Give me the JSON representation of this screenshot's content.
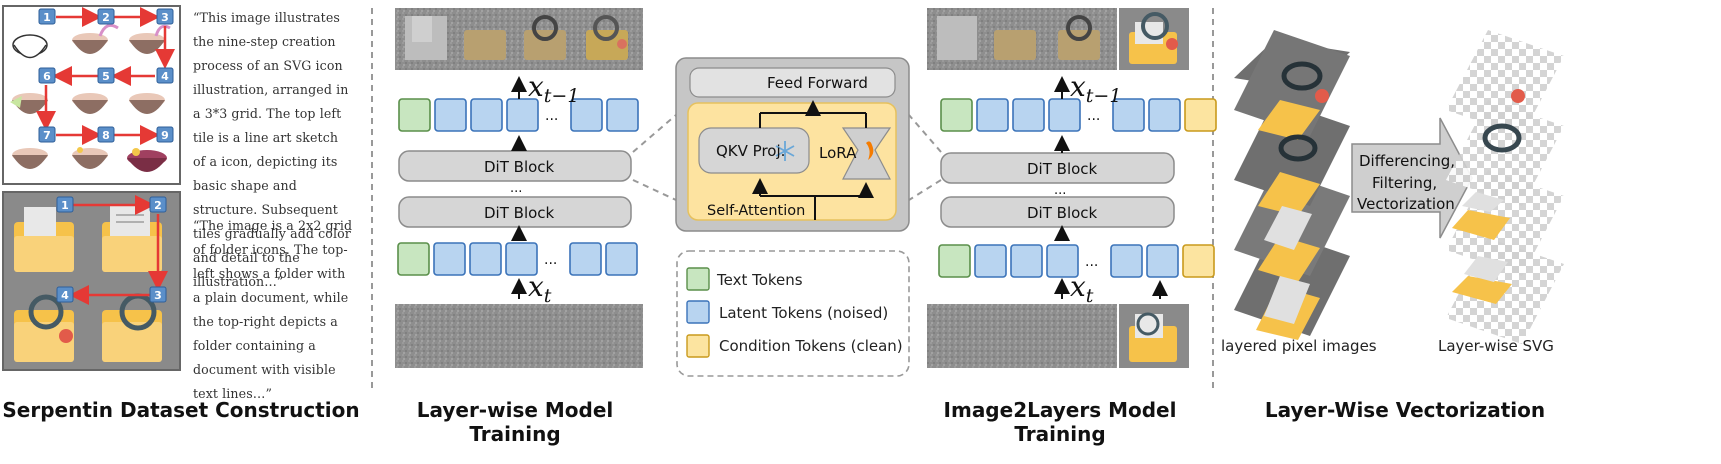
{
  "sections": {
    "dataset_title": "Serpentin Dataset Construction",
    "layerwise_title": "Layer-wise Model Training",
    "image2layers_title": "Image2Layers Model Training",
    "vectorization_title": "Layer-Wise Vectorization"
  },
  "dataset": {
    "caption1": "“This image illustrates the nine-step creation process of an SVG icon illustration, arranged in a 3*3 grid. The top left tile is a line art sketch of a icon, depicting its basic shape and structure. Subsequent tiles gradually add color and detail to the illustration…”",
    "caption2": "“The image is a 2x2 grid of folder icons. The top-left shows a folder with a plain document, while the top-right depicts a folder containing a document with visible text lines…”",
    "grid1_steps": [
      "1",
      "2",
      "3",
      "6",
      "5",
      "4",
      "7",
      "8",
      "9"
    ],
    "grid2_steps": [
      "1",
      "2",
      "4",
      "3"
    ]
  },
  "model": {
    "feed_forward": "Feed Forward",
    "qkv": "QKV Proj.",
    "lora": "LoRA",
    "self_attention": "Self-Attention",
    "dit_block": "DiT Block",
    "ellipsis": "...",
    "x_prev": "x",
    "x_prev_sub": "t−1",
    "x_t": "x",
    "x_t_sub": "t",
    "token_ellipsis": "..."
  },
  "legend": {
    "text_tokens": "Text Tokens",
    "latent_tokens": "Latent Tokens (noised)",
    "condition_tokens": "Condition Tokens (clean)"
  },
  "vectorization": {
    "process": [
      "Differencing,",
      "Filtering,",
      "Vectorization"
    ],
    "left_label": "layered pixel images",
    "right_label": "Layer-wise SVG"
  },
  "colors": {
    "text_token": "#c8e6c0",
    "latent_token": "#b8d4f0",
    "condition_token": "#fce4a0",
    "arrow_red": "#e53935",
    "folder": "#f6c24a"
  }
}
